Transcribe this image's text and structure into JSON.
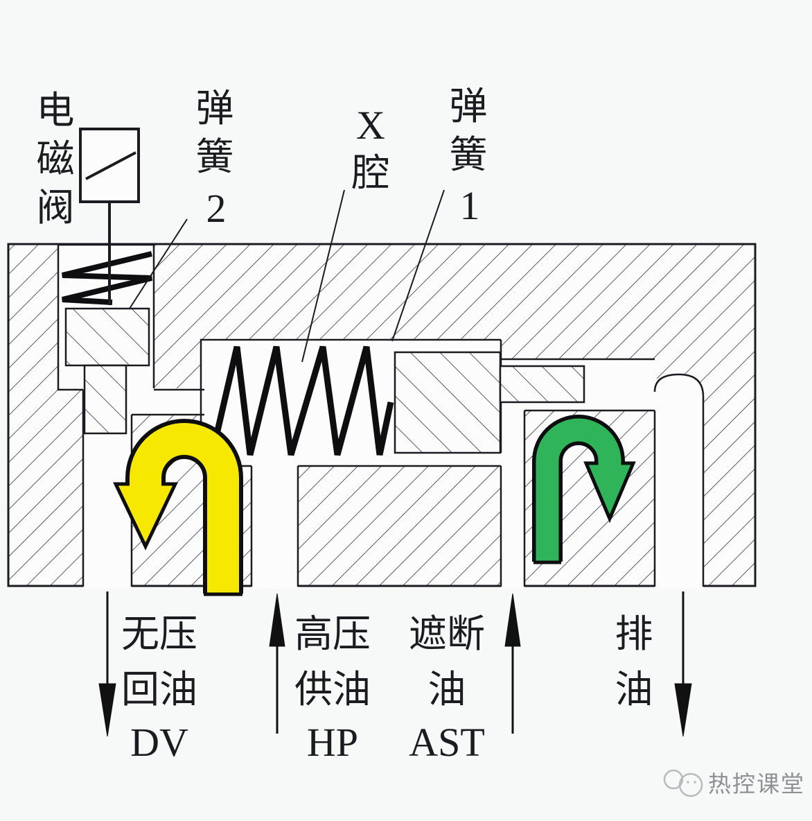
{
  "diagram": {
    "type": "solenoid-pilot-valve-cross-section",
    "labels": {
      "solenoid_valve": "电磁阀",
      "spring2": "弹簧2",
      "x_chamber": "X腔",
      "spring1": "弹簧1"
    },
    "ports": {
      "dv": {
        "l1": "无压",
        "l2": "回油",
        "code": "DV",
        "flow": "down"
      },
      "hp": {
        "l1": "高压",
        "l2": "供油",
        "code": "HP",
        "flow": "up"
      },
      "ast": {
        "l1": "遮断",
        "l2": "油",
        "code": "AST",
        "flow": "up"
      },
      "drain": {
        "l1": "排",
        "l2": "油",
        "flow": "down"
      }
    },
    "watermark": "热控课堂",
    "colors": {
      "return_flow": "#f6e800",
      "drain_flow": "#2fb45a",
      "line": "#1b1b20"
    }
  }
}
